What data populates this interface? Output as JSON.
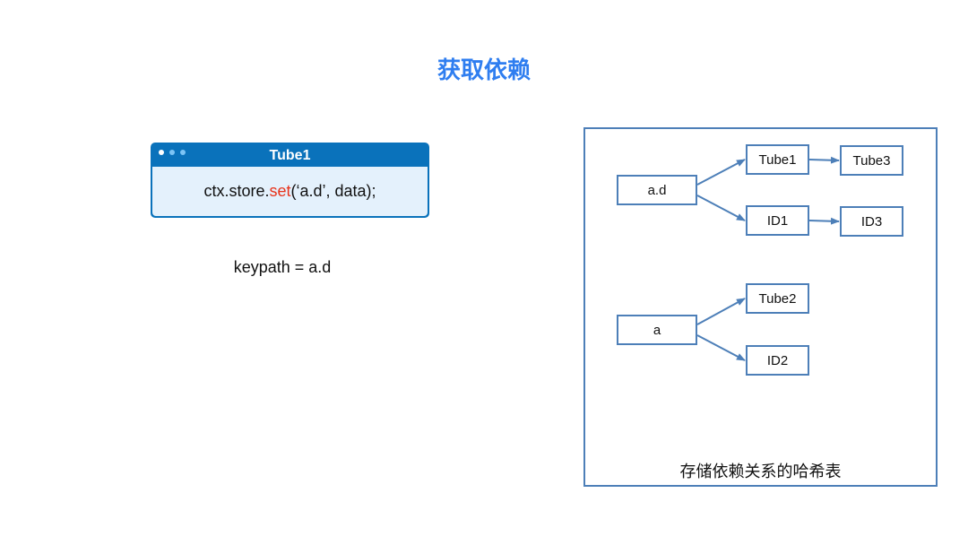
{
  "title": "获取依赖",
  "window": {
    "title": "Tube1",
    "code_prefix": "ctx.store.",
    "code_keyword": "set",
    "code_suffix": "(‘a.d’, data);",
    "colors": {
      "header": "#0a72bb",
      "body": "#e4f1fc",
      "keyword": "#e8341c"
    }
  },
  "keypath_label": "keypath = a.d",
  "hash_table": {
    "caption": "存储依赖关系的哈希表",
    "nodes": {
      "a_d": "a.d",
      "tube1": "Tube1",
      "tube3": "Tube3",
      "id1": "ID1",
      "id3": "ID3",
      "a": "a",
      "tube2": "Tube2",
      "id2": "ID2"
    },
    "edges": [
      [
        "a_d",
        "tube1"
      ],
      [
        "a_d",
        "id1"
      ],
      [
        "tube1",
        "tube3"
      ],
      [
        "id1",
        "id3"
      ],
      [
        "a",
        "tube2"
      ],
      [
        "a",
        "id2"
      ]
    ],
    "colors": {
      "stroke": "#4d7fb8"
    }
  }
}
